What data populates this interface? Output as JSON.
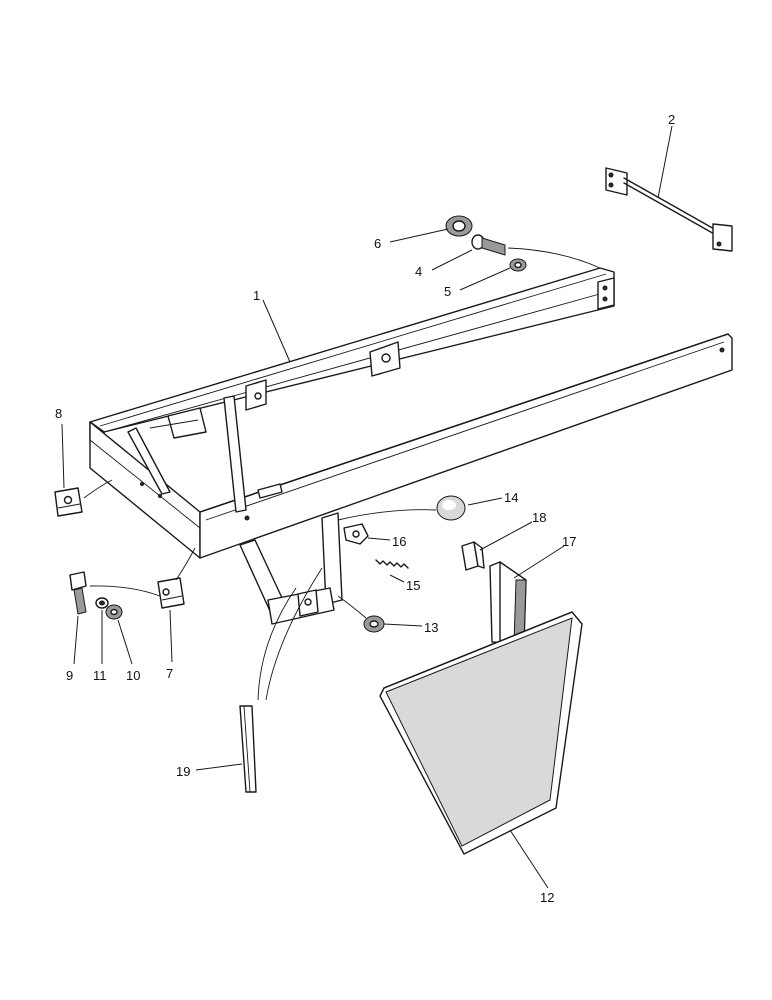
{
  "diagram": {
    "callouts": [
      {
        "id": "c1",
        "label": "1"
      },
      {
        "id": "c2",
        "label": "2"
      },
      {
        "id": "c4",
        "label": "4"
      },
      {
        "id": "c5",
        "label": "5"
      },
      {
        "id": "c6",
        "label": "6"
      },
      {
        "id": "c7",
        "label": "7"
      },
      {
        "id": "c8",
        "label": "8"
      },
      {
        "id": "c9",
        "label": "9"
      },
      {
        "id": "c10",
        "label": "10"
      },
      {
        "id": "c11",
        "label": "11"
      },
      {
        "id": "c12",
        "label": "12"
      },
      {
        "id": "c13",
        "label": "13"
      },
      {
        "id": "c14",
        "label": "14"
      },
      {
        "id": "c15",
        "label": "15"
      },
      {
        "id": "c16",
        "label": "16"
      },
      {
        "id": "c17",
        "label": "17"
      },
      {
        "id": "c18",
        "label": "18"
      },
      {
        "id": "c19",
        "label": "19"
      }
    ]
  }
}
